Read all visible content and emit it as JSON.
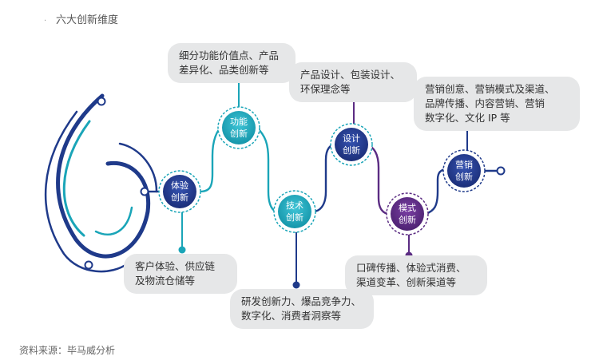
{
  "title": "六大创新维度",
  "source": "资料来源：毕马威分析",
  "colors": {
    "teal": "#1aa5b8",
    "navy": "#1f3a8a",
    "purple": "#5b2c83",
    "bubble": "#e6e7e8"
  },
  "nodes": [
    {
      "id": "experience",
      "line1": "体验",
      "line2": "创新"
    },
    {
      "id": "function",
      "line1": "功能",
      "line2": "创新"
    },
    {
      "id": "technology",
      "line1": "技术",
      "line2": "创新"
    },
    {
      "id": "design",
      "line1": "设计",
      "line2": "创新"
    },
    {
      "id": "model",
      "line1": "模式",
      "line2": "创新"
    },
    {
      "id": "marketing",
      "line1": "营销",
      "line2": "创新"
    }
  ],
  "bubbles": {
    "experience": [
      "客户体验、供应链",
      "及物流仓储等"
    ],
    "function": [
      "细分功能价值点、产品",
      "差异化、品类创新等"
    ],
    "technology": [
      "研发创新力、爆品竞争力、",
      "数字化、消费者洞察等"
    ],
    "design": [
      "产品设计、包装设计、",
      "环保理念等"
    ],
    "model": [
      "口碑传播、体验式消费、",
      "渠道变革、创新渠道等"
    ],
    "marketing": [
      "营销创意、营销模式及渠道、",
      "品牌传播、内容营销、营销",
      "数字化、文化 IP 等"
    ]
  }
}
